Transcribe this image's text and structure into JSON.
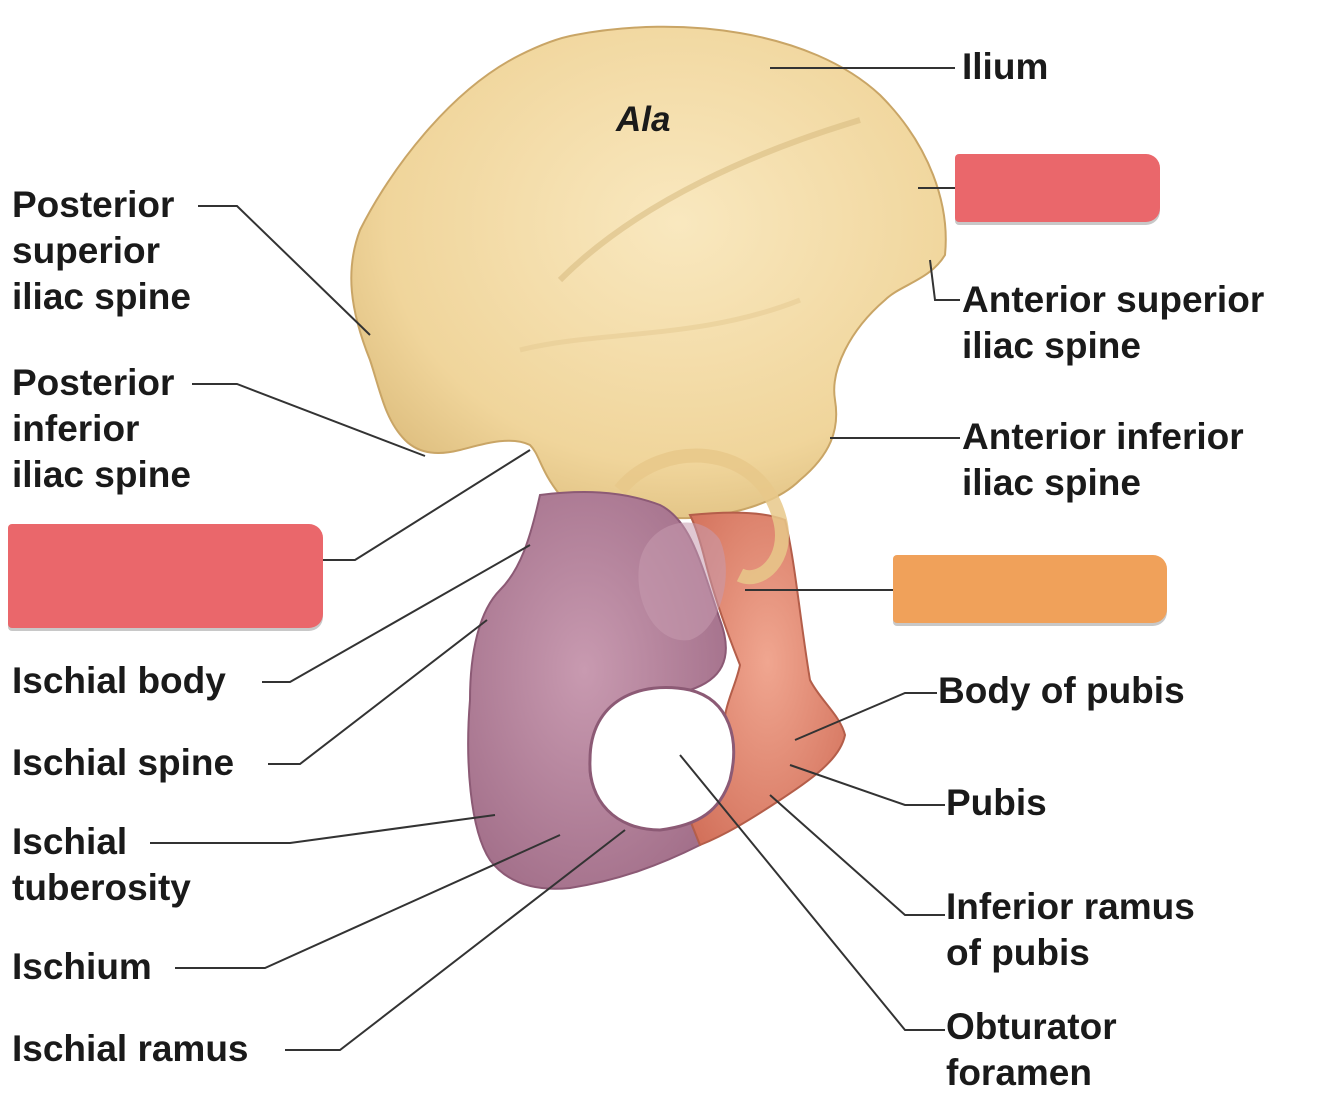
{
  "colors": {
    "ilium": "#f2d9a0",
    "ischium": "#b9869f",
    "pubis": "#e69179",
    "label_box_red": "#ea676b",
    "label_box_orange": "#f0a15a",
    "leader_line": "#333333"
  },
  "region_label": "Ala",
  "labels": {
    "ilium": "Ilium",
    "posterior_superior_iliac_spine": [
      "Posterior",
      "superior",
      "iliac spine"
    ],
    "posterior_inferior_iliac_spine": [
      "Posterior",
      "inferior",
      "iliac spine"
    ],
    "anterior_superior_iliac_spine": [
      "Anterior superior",
      "iliac spine"
    ],
    "anterior_inferior_iliac_spine": [
      "Anterior inferior",
      "iliac spine"
    ],
    "ischial_body": "Ischial body",
    "ischial_spine": "Ischial spine",
    "ischial_tuberosity": [
      "Ischial",
      "tuberosity"
    ],
    "ischium": "Ischium",
    "ischial_ramus": "Ischial ramus",
    "body_of_pubis": "Body of pubis",
    "pubis": "Pubis",
    "inferior_ramus_of_pubis": [
      "Inferior ramus",
      "of pubis"
    ],
    "obturator_foramen": [
      "Obturator",
      "foramen"
    ]
  },
  "blank_label_boxes": [
    {
      "name": "iliac-crest-blank",
      "color": "red"
    },
    {
      "name": "greater-sciatic-notch-blank",
      "color": "red"
    },
    {
      "name": "acetabulum-blank",
      "color": "orange"
    }
  ]
}
